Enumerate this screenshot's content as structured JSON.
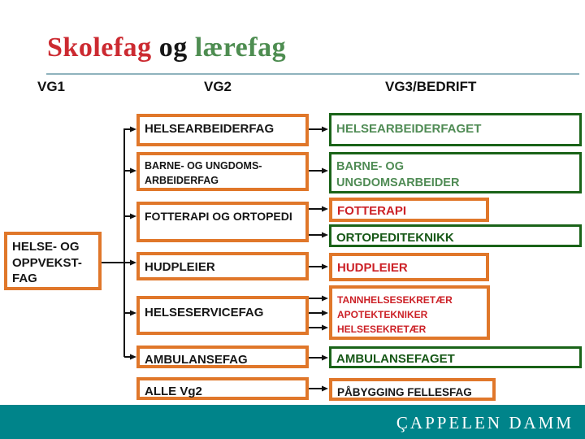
{
  "title": {
    "red_part": "Skolefag",
    "mid_part": " og ",
    "green_part": "lærefag"
  },
  "headers": {
    "vg1": "VG1",
    "vg2": "VG2",
    "vg3": "VG3/BEDRIFT"
  },
  "vg1_box": {
    "label": "HELSE- OG\nOPPVEKST-\nFAG"
  },
  "vg2_boxes": {
    "helsearbeiderfag": "HELSEARBEIDERFAG",
    "barne_og_ungdomsarbeiderfag": "BARNE- OG UNGDOMS-\nARBEIDERFAG",
    "fotterapi_og_ortopedi": "FOTTERAPI OG ORTOPEDI",
    "hudpleier": "HUDPLEIER",
    "helseservicefag": "HELSESERVICEFAG",
    "ambulansefag": "AMBULANSEFAG",
    "alle_vg2": "ALLE Vg2"
  },
  "vg3_boxes": {
    "helsearbeiderfaget": "HELSEARBEIDERFAGET",
    "barne_og_ungdomsarbeider": "BARNE- OG\nUNGDOMSARBEIDER",
    "fotterapi": "FOTTERAPI",
    "ortopediteknikk": "ORTOPEDITEKNIKK",
    "hudpleier": "HUDPLEIER",
    "tannhelse_gruppe": "TANNHELSESEKRETÆR\nAPOTEKTEKNIKER\nHELSESEKRETÆR",
    "ambulansefaget": "AMBULANSEFAGET",
    "pabygging": "PÅBYGGING FELLESFAG"
  },
  "footer": {
    "brand": "ÇAPPELEN DAMM"
  },
  "colors": {
    "title_red": "#cc2a31",
    "title_green": "#4e8d51",
    "rule_blue": "#8fb3bd",
    "accent_orange": "#e0772a",
    "accent_green": "#1a6318",
    "text_red": "#cc2127",
    "text_green_medium": "#4f8b54",
    "text_green_dark": "#175817",
    "footer_teal": "#00848a"
  }
}
